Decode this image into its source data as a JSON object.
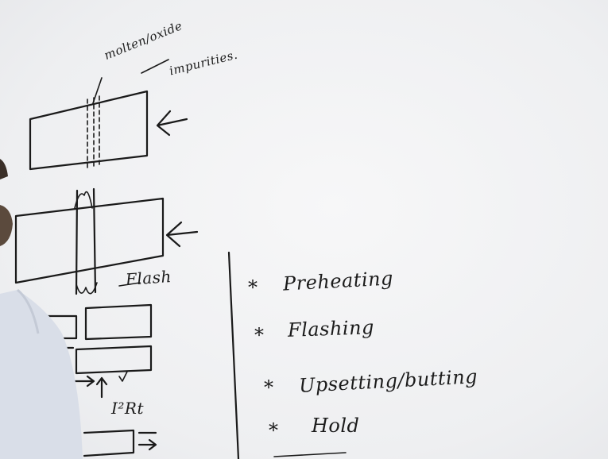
{
  "whiteboard": {
    "annotations": {
      "melted_oxide": "molten/oxide",
      "impurities": "impurities.",
      "flash": "Flash",
      "heat_formula": "I²Rt"
    },
    "stages": [
      {
        "bullet": "*",
        "label": "Preheating"
      },
      {
        "bullet": "*",
        "label": "Flashing"
      },
      {
        "bullet": "*",
        "label": "Upsetting/butting"
      },
      {
        "bullet": "*",
        "label": "Hold"
      }
    ]
  },
  "colors": {
    "ink": "#1a1a1a",
    "board": "#f2f3f5",
    "person_shirt": "#d9dee8"
  }
}
